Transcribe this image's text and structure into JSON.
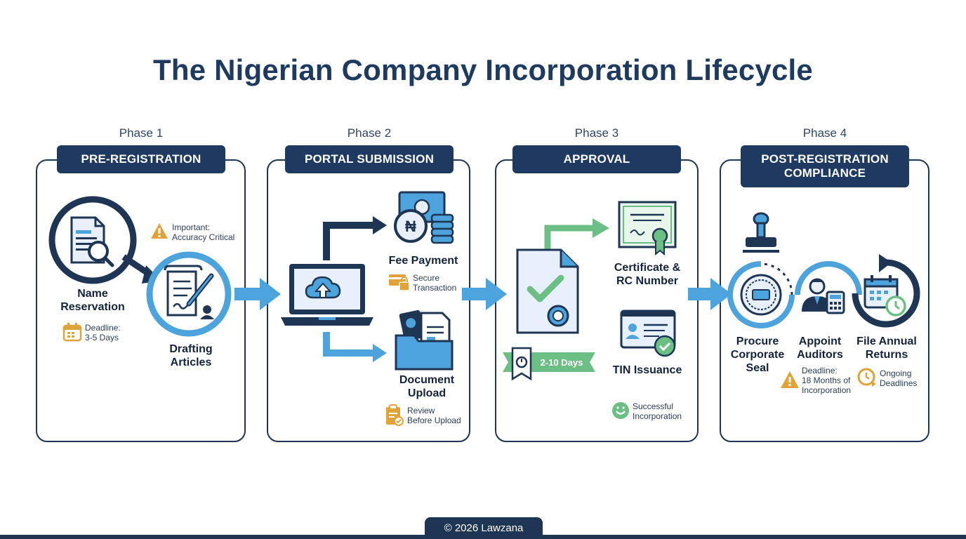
{
  "title": "The Nigerian Company Incorporation Lifecycle",
  "phases": [
    {
      "phase": "Phase 1",
      "name": "PRE-REGISTRATION",
      "steps": [
        "Name Reservation",
        "Drafting Articles"
      ],
      "notes": [
        {
          "line1": "Important:",
          "line2": "Accuracy Critical",
          "icon": "warning-icon"
        },
        {
          "line1": "Deadline:",
          "line2": "3-5 Days",
          "icon": "calendar-icon"
        }
      ]
    },
    {
      "phase": "Phase 2",
      "name": "PORTAL SUBMISSION",
      "steps": [
        "Fee Payment",
        "Document Upload"
      ],
      "notes": [
        {
          "line1": "Secure",
          "line2": "Transaction",
          "icon": "secure-card-icon"
        },
        {
          "line1": "Review",
          "line2": "Before Upload",
          "icon": "clipboard-check-icon"
        }
      ],
      "currency_symbol": "₦"
    },
    {
      "phase": "Phase 3",
      "name": "APPROVAL",
      "steps": [
        "Certificate & RC Number",
        "TIN Issuance"
      ],
      "badge": "2-10 Days",
      "notes": [
        {
          "line1": "Successful",
          "line2": "Incorporation",
          "icon": "success-icon"
        }
      ]
    },
    {
      "phase": "Phase 4",
      "name": "POST-REGISTRATION COMPLIANCE",
      "steps": [
        "Procure Corporate Seal",
        "Appoint Auditors",
        "File Annual Returns"
      ],
      "notes": [
        {
          "line1": "Deadline:",
          "line2": "18 Months of",
          "line3": "Incorporation",
          "icon": "warning-icon"
        },
        {
          "line1": "Ongoing",
          "line2": "Deadlines",
          "icon": "clock-icon"
        }
      ]
    }
  ],
  "footer": "© 2026 Lawzana",
  "colors": {
    "navy": "#1e3554",
    "blue": "#4da3dc",
    "green": "#6cbf84",
    "amber": "#e0a33a"
  }
}
